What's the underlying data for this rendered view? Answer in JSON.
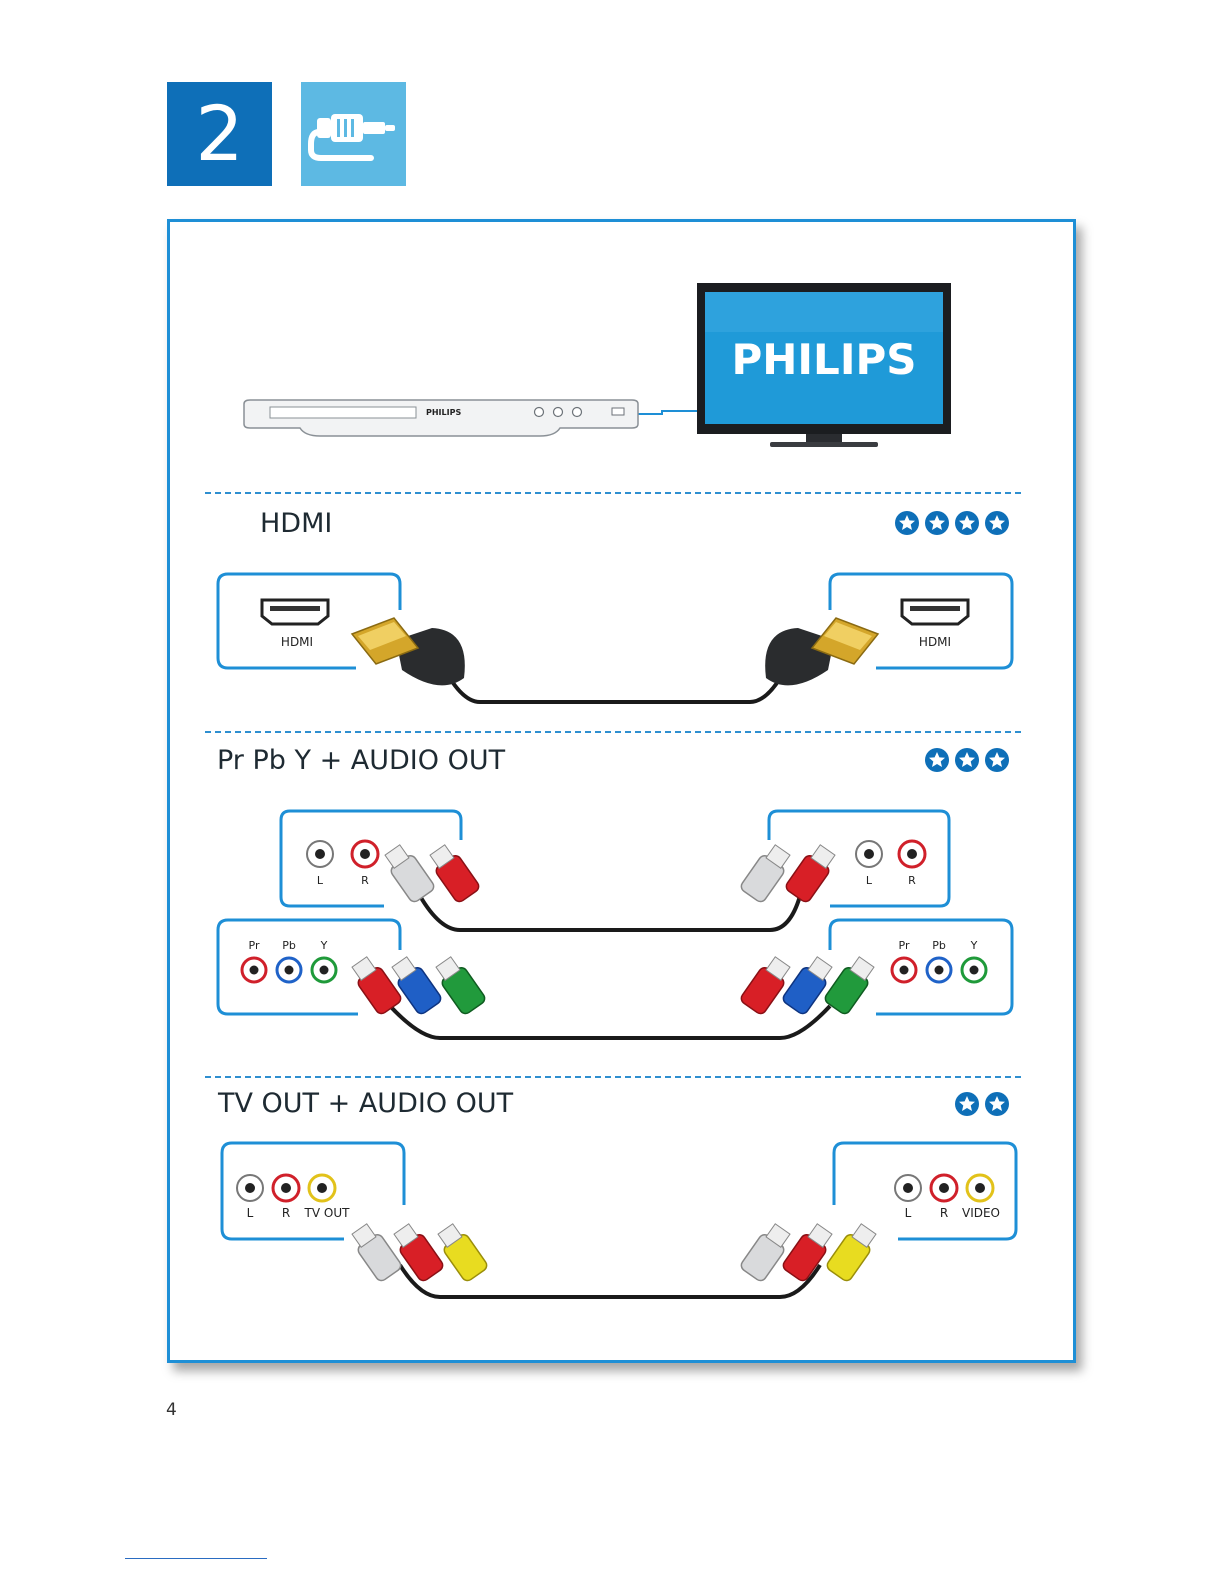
{
  "header": {
    "step_number": "2",
    "step_icon": "cable-icon",
    "accent_color": "#0e6fb8",
    "icon_bg_color": "#5db9e3"
  },
  "overview": {
    "player_brand": "PHILIPS",
    "tv_brand": "PHILIPS"
  },
  "sections": [
    {
      "title": "HDMI",
      "stars": 4,
      "left_port_label": "HDMI",
      "right_port_label": "HDMI"
    },
    {
      "title": "Pr Pb Y + AUDIO OUT",
      "stars": 3,
      "audio_labels": [
        "L",
        "R"
      ],
      "video_labels": [
        "Pr",
        "Pb",
        "Y"
      ]
    },
    {
      "title": "TV OUT + AUDIO OUT",
      "stars": 2,
      "left_labels": [
        "L",
        "R",
        "TV OUT"
      ],
      "right_labels": [
        "L",
        "R",
        "VIDEO"
      ]
    }
  ],
  "footer": {
    "page_number": "4"
  }
}
